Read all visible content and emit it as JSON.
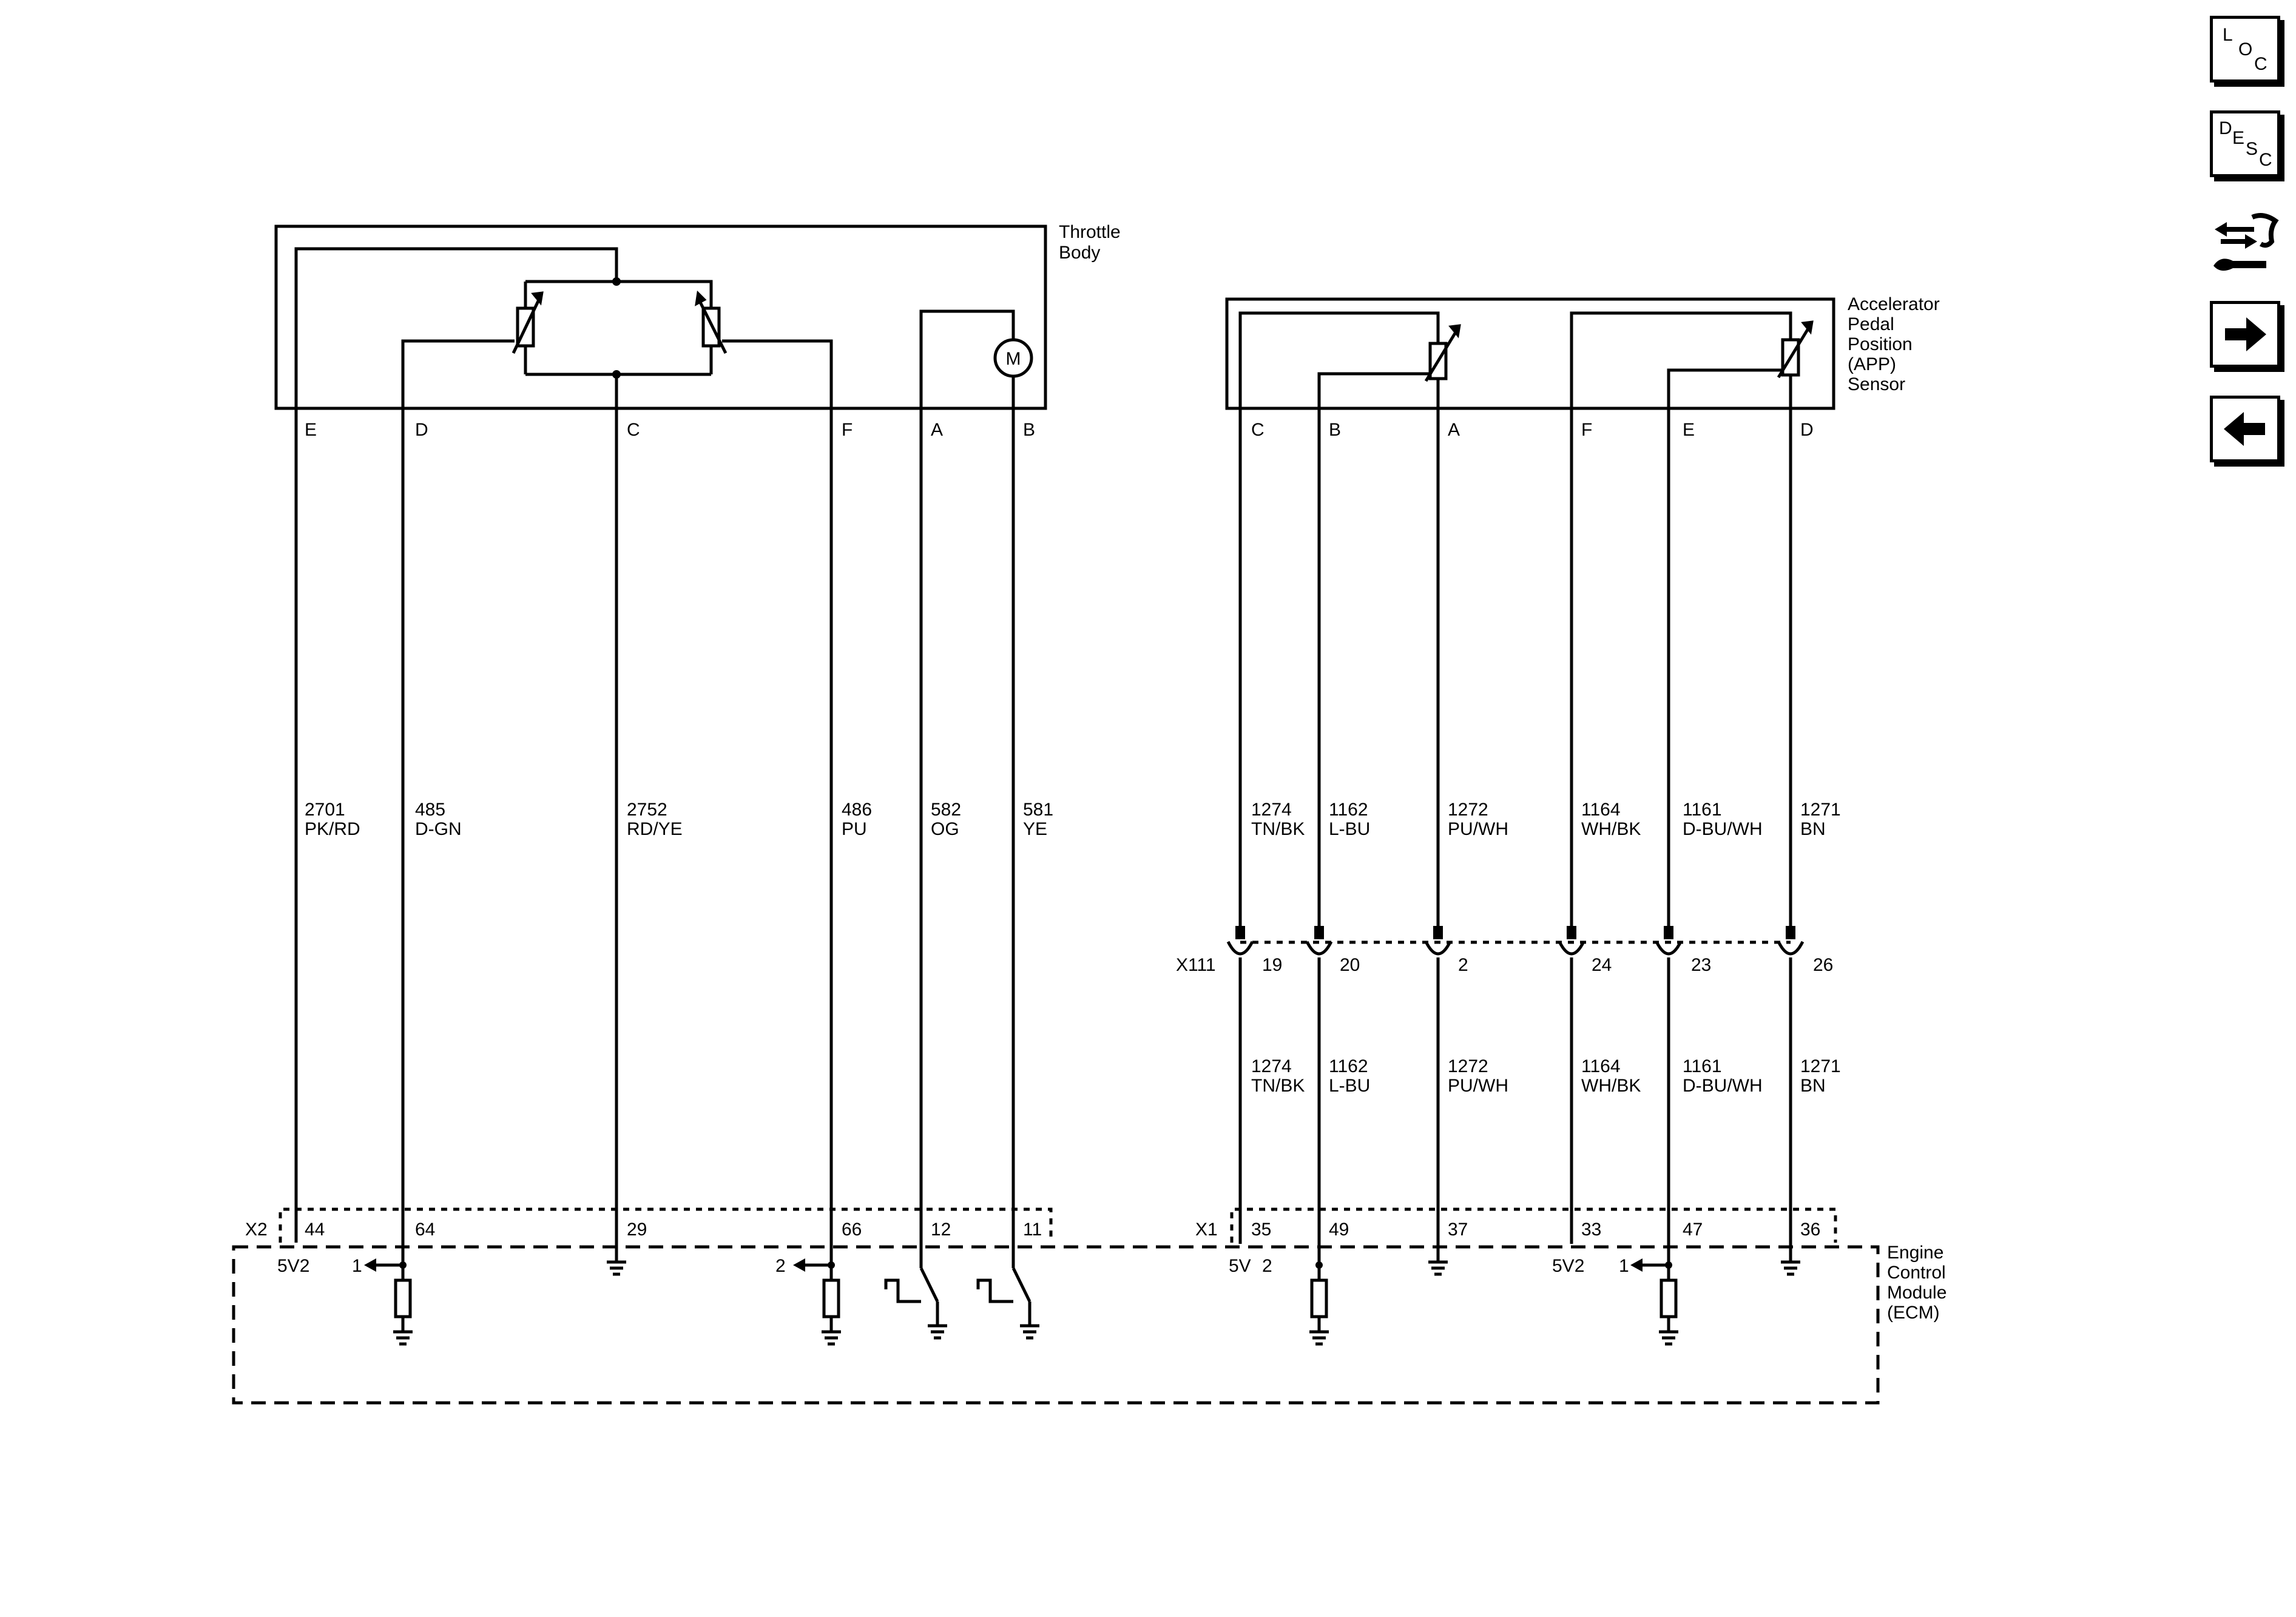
{
  "throttle_body": {
    "title_line1": "Throttle",
    "title_line2": "Body",
    "pins": [
      "E",
      "D",
      "C",
      "F",
      "A",
      "B"
    ],
    "circuits": [
      {
        "num": "2701",
        "color": "PK/RD"
      },
      {
        "num": "485",
        "color": "D-GN"
      },
      {
        "num": "2752",
        "color": "RD/YE"
      },
      {
        "num": "486",
        "color": "PU"
      },
      {
        "num": "582",
        "color": "OG"
      },
      {
        "num": "581",
        "color": "YE"
      }
    ],
    "motor_label": "M"
  },
  "app_sensor": {
    "title_lines": [
      "Accelerator",
      "Pedal",
      "Position",
      "(APP)",
      "Sensor"
    ],
    "pins": [
      "C",
      "B",
      "A",
      "F",
      "E",
      "D"
    ],
    "circuits": [
      {
        "num": "1274",
        "color": "TN/BK"
      },
      {
        "num": "1162",
        "color": "L-BU"
      },
      {
        "num": "1272",
        "color": "PU/WH"
      },
      {
        "num": "1164",
        "color": "WH/BK"
      },
      {
        "num": "1161",
        "color": "D-BU/WH"
      },
      {
        "num": "1271",
        "color": "BN"
      }
    ]
  },
  "x111": {
    "label": "X111",
    "pins": [
      "19",
      "20",
      "2",
      "24",
      "23",
      "26"
    ]
  },
  "x2": {
    "label": "X2",
    "pins": [
      "44",
      "64",
      "29",
      "66",
      "12",
      "11"
    ]
  },
  "x1": {
    "label": "X1",
    "pins": [
      "35",
      "49",
      "37",
      "33",
      "47",
      "36"
    ]
  },
  "ecm": {
    "title_lines": [
      "Engine",
      "Control",
      "Module",
      "(ECM)"
    ],
    "labels": {
      "v5v2_left": "5V2",
      "one_left": "1",
      "two_left": "2",
      "v5v": "5V",
      "two_right": "2",
      "v5v2_right": "5V2",
      "one_right": "1"
    }
  },
  "nav": {
    "loc": [
      "L",
      "O",
      "C"
    ],
    "desc": [
      "D",
      "E",
      "S",
      "C"
    ]
  }
}
